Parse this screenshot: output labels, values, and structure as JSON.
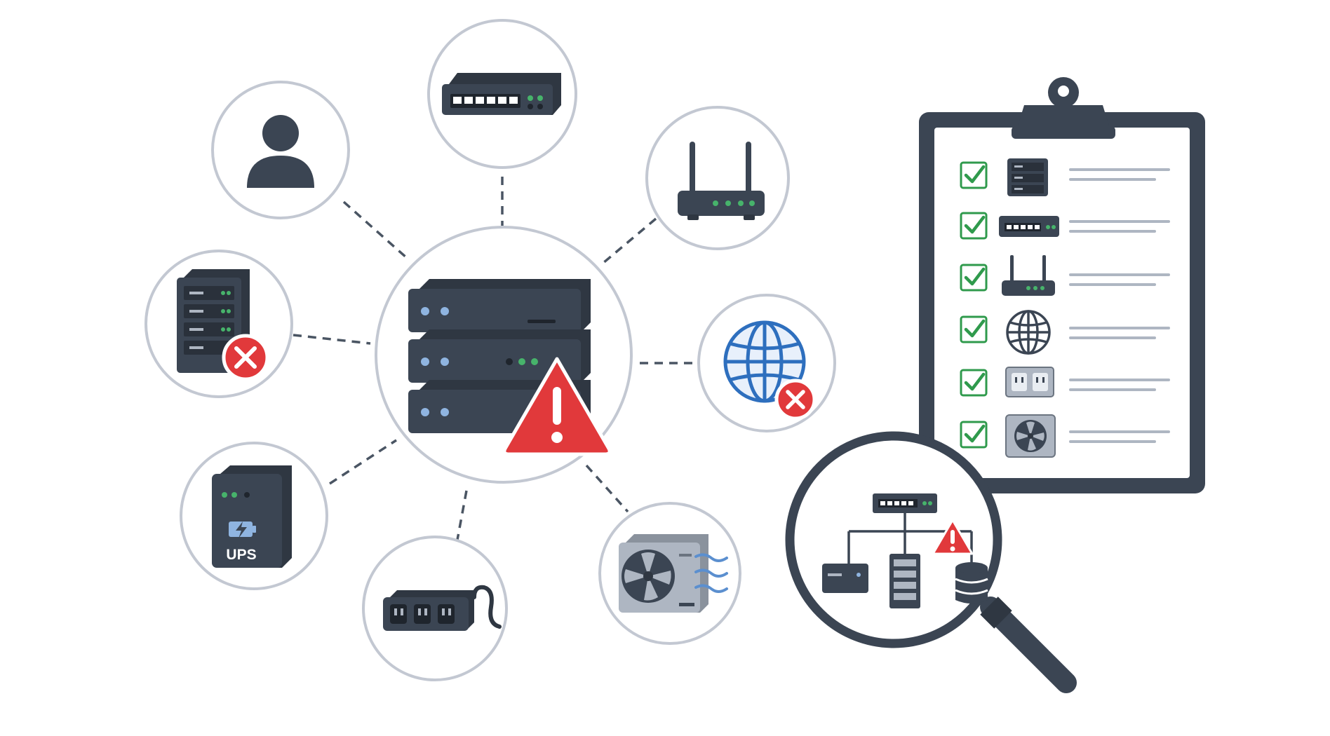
{
  "colors": {
    "dark": "#3b4553",
    "darker": "#2f3742",
    "ring": "#c3c8d2",
    "connector": "#4a5563",
    "alert_red": "#e1393b",
    "check_green": "#2f9a4c",
    "globe_blue": "#2e6fbe",
    "led_blue": "#8fb4e0",
    "led_green": "#47b36b",
    "airflow": "#5b8fcf",
    "line_gray": "#aeb6c2",
    "white": "#ffffff"
  },
  "hub": {
    "icon": "server-stack-icon",
    "status": "warning-icon"
  },
  "nodes": [
    {
      "id": "user",
      "icon": "user-icon"
    },
    {
      "id": "switch",
      "icon": "network-switch-icon"
    },
    {
      "id": "router",
      "icon": "wifi-router-icon"
    },
    {
      "id": "rack-server",
      "icon": "rack-server-icon",
      "status": "error-icon"
    },
    {
      "id": "internet",
      "icon": "globe-icon",
      "status": "error-icon"
    },
    {
      "id": "ups",
      "icon": "ups-battery-icon",
      "label": "UPS"
    },
    {
      "id": "power-strip",
      "icon": "power-strip-icon"
    },
    {
      "id": "cooling",
      "icon": "air-conditioner-icon"
    }
  ],
  "checklist": {
    "items": [
      {
        "icon": "rack-server-icon",
        "checked": true
      },
      {
        "icon": "network-switch-icon",
        "checked": true
      },
      {
        "icon": "wifi-router-icon",
        "checked": true
      },
      {
        "icon": "globe-icon",
        "checked": true
      },
      {
        "icon": "power-outlet-icon",
        "checked": true
      },
      {
        "icon": "cooling-fan-icon",
        "checked": true
      }
    ]
  },
  "magnifier": {
    "icon": "magnifier-icon",
    "contents": "network-topology-icon"
  }
}
